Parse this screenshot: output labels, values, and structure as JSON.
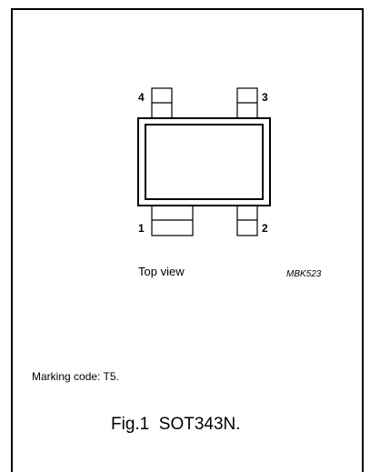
{
  "diagram": {
    "pins": {
      "pin1": "1",
      "pin2": "2",
      "pin3": "3",
      "pin4": "4"
    },
    "view_label": "Top view",
    "drawing_ref": "MBK523"
  },
  "marking_code": "Marking code: T5.",
  "figure_caption": "Fig.1  SOT343N."
}
